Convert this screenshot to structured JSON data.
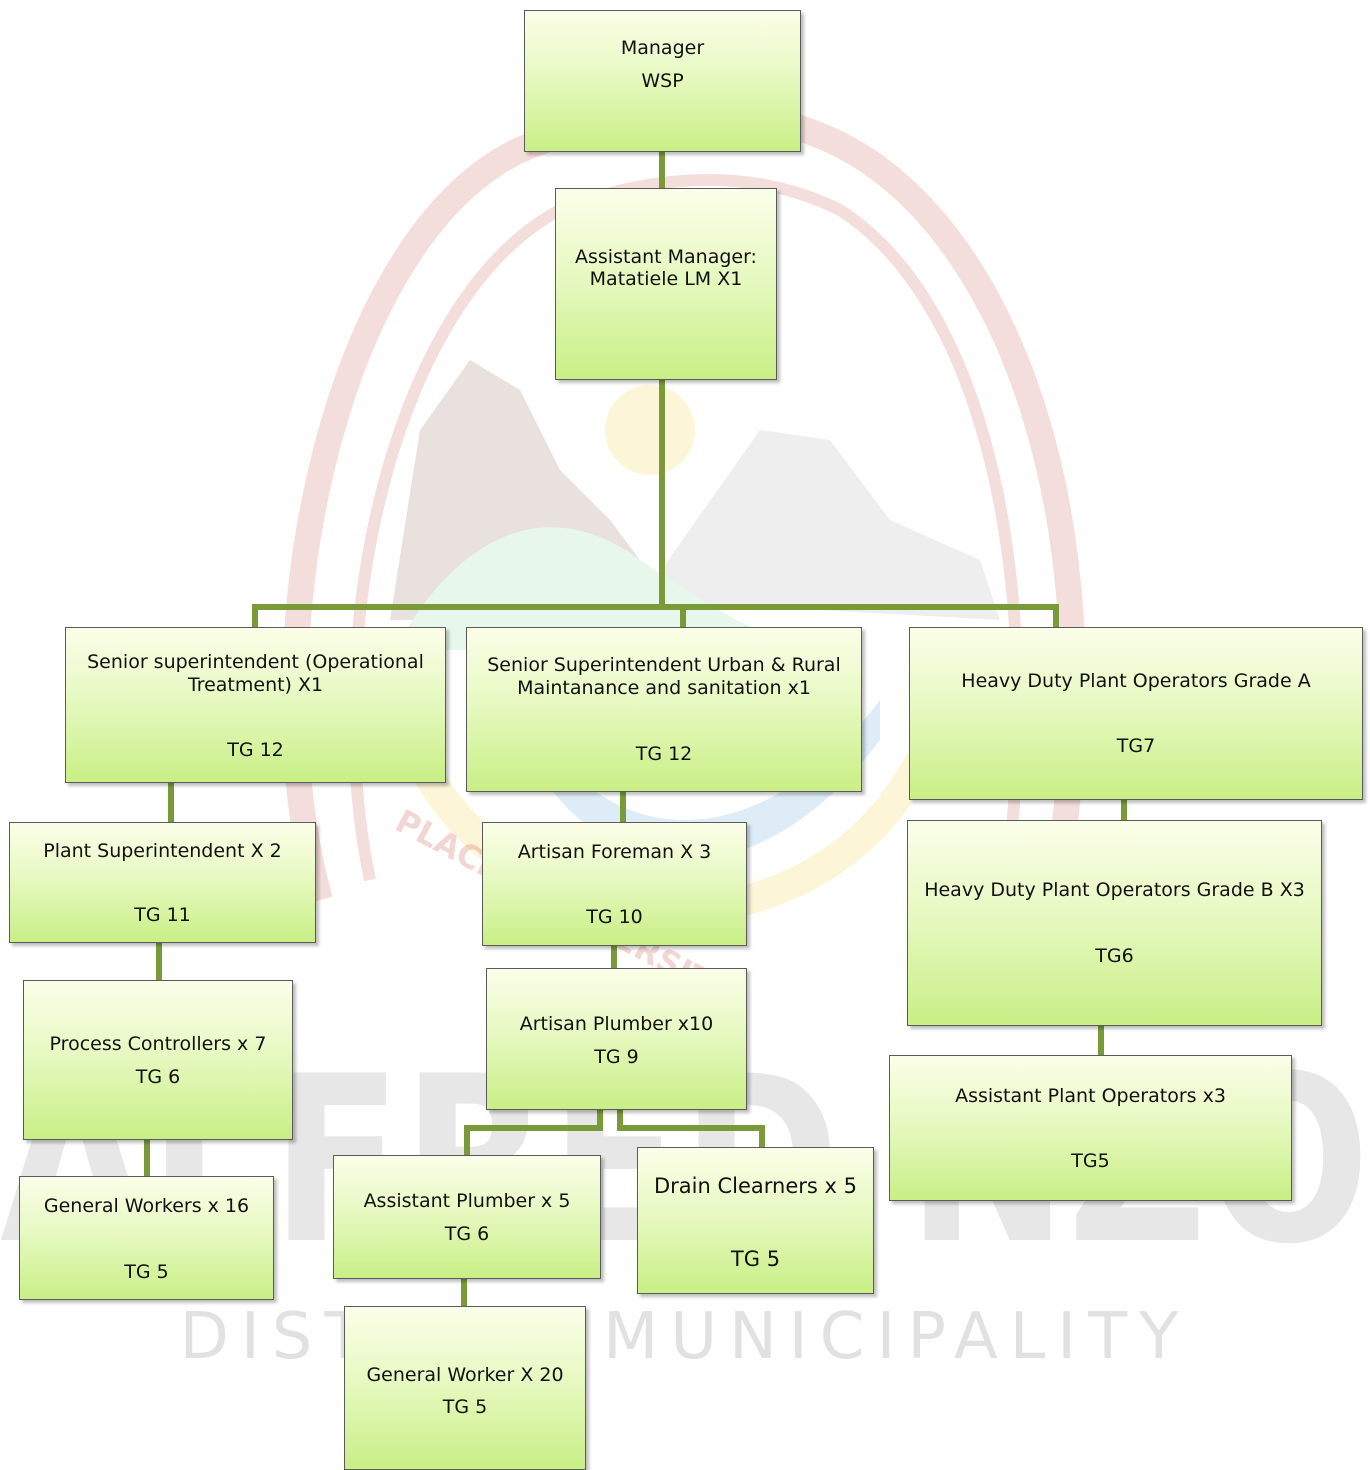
{
  "watermark": {
    "wordmark": "ALFRED NZO",
    "subtitle": "DISTRICT MUNICIPALITY",
    "arc_text": "PLACE OF DIVERSITY",
    "colors": {
      "arc": "#c0392b",
      "mountain": "#7a4a3a",
      "grey": "#9a9a9a",
      "green": "#6fd08c",
      "sun": "#f1c40f",
      "water": "#3b8fd1"
    }
  },
  "colors": {
    "connector": "#7a9a3a",
    "box_border": "#5a5a5a"
  },
  "chart": {
    "manager": {
      "line1": "Manager",
      "line2": "WSP"
    },
    "assistant_manager": {
      "line1": "Assistant Manager:",
      "line2": "Matatiele LM X1"
    },
    "senior_operational": {
      "line1": "Senior superintendent (Operational",
      "line2": "Treatment) X1",
      "grade": "TG  12"
    },
    "senior_urban_rural": {
      "line1": "Senior Superintendent  Urban & Rural",
      "line2": "Maintanance and sanitation  x1",
      "grade": "TG 12"
    },
    "heavy_duty_a": {
      "line1": "Heavy Duty Plant Operators Grade A",
      "grade": "TG7"
    },
    "plant_superintendent": {
      "line1": "Plant Superintendent X 2",
      "grade": "TG 11"
    },
    "process_controllers": {
      "line1": "Process Controllers x 7",
      "grade": "TG 6"
    },
    "general_workers_16": {
      "line1": "General Workers x 16",
      "grade": "TG 5"
    },
    "artisan_foreman": {
      "line1": "Artisan Foreman  X 3",
      "grade": "TG 10"
    },
    "artisan_plumber": {
      "line1": "Artisan Plumber  x10",
      "grade": "TG 9"
    },
    "assistant_plumber": {
      "line1": "Assistant Plumber  x 5",
      "grade": "TG 6"
    },
    "drain_cleaners": {
      "line1": "Drain Clearners x 5",
      "grade": "TG 5"
    },
    "general_worker_20": {
      "line1": "General Worker X 20",
      "grade": "TG 5"
    },
    "heavy_duty_b": {
      "line1": "Heavy Duty Plant Operators Grade B X3",
      "grade": "TG6"
    },
    "assistant_plant_operators": {
      "line1": "Assistant Plant Operators  x3",
      "grade": "TG5"
    }
  }
}
